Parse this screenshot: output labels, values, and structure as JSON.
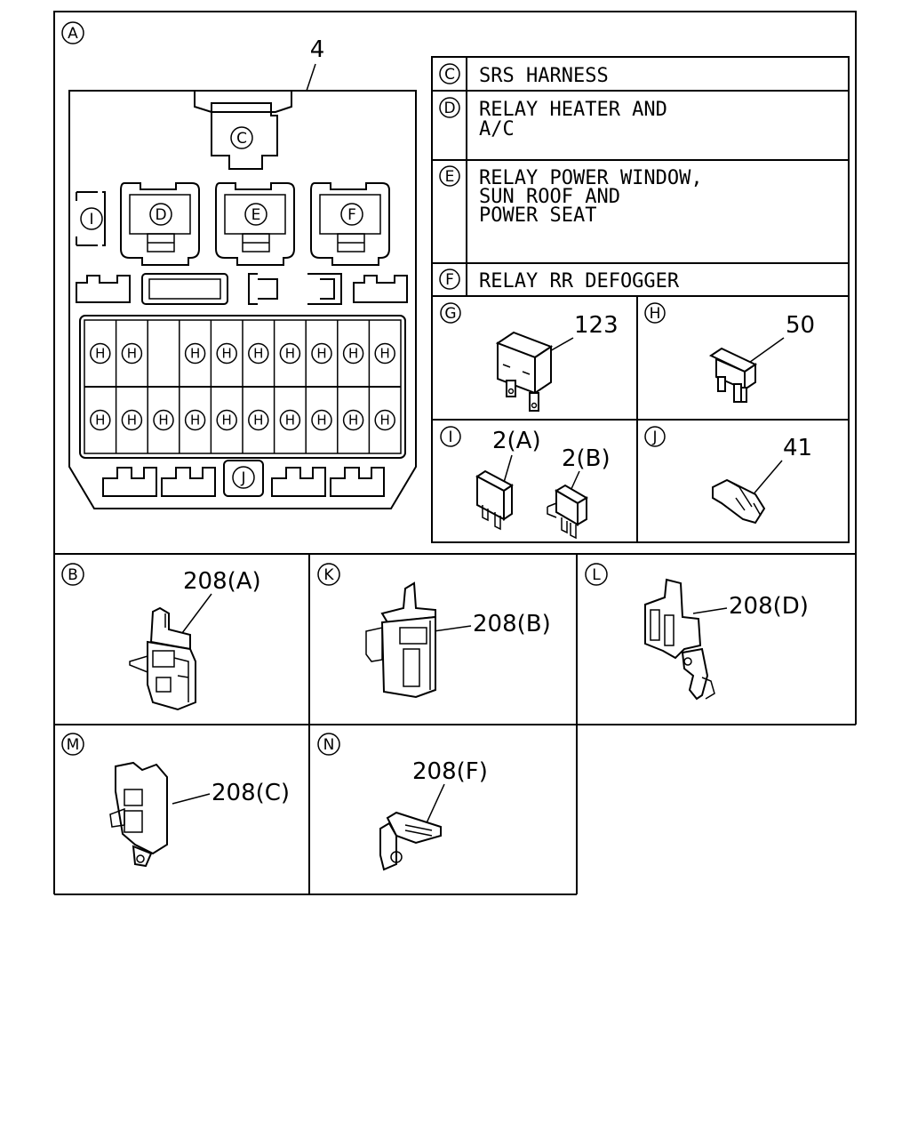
{
  "callouts": {
    "A": "A",
    "B": "B",
    "C": "C",
    "D": "D",
    "E": "E",
    "F": "F",
    "G": "G",
    "H": "H",
    "I": "I",
    "J": "J",
    "K": "K",
    "L": "L",
    "M": "M",
    "N": "N"
  },
  "part_numbers": {
    "fuse_box": "4",
    "relay_g": "123",
    "fuse_h": "50",
    "fuse_i_a": "2(A)",
    "fuse_i_b": "2(B)",
    "puller_j": "41",
    "bracket_b": "208(A)",
    "bracket_k": "208(B)",
    "bracket_l": "208(D)",
    "bracket_m": "208(C)",
    "bracket_n": "208(F)"
  },
  "legend": {
    "C": [
      "SRS HARNESS"
    ],
    "D": [
      "RELAY HEATER AND",
      "A/C"
    ],
    "E": [
      "RELAY POWER WINDOW,",
      "SUN ROOF AND",
      "POWER SEAT"
    ],
    "F": [
      "RELAY RR DEFOGGER"
    ]
  },
  "fuse_grid": {
    "slot_label": "H",
    "top_row": [
      "H",
      "H",
      "",
      "H",
      "H",
      "H",
      "H",
      "H",
      "H",
      "H"
    ],
    "bottom_row": [
      "H",
      "H",
      "H",
      "H",
      "H",
      "H",
      "H",
      "H",
      "H",
      "H"
    ]
  },
  "colors": {
    "line": "#000000",
    "background": "#ffffff"
  }
}
